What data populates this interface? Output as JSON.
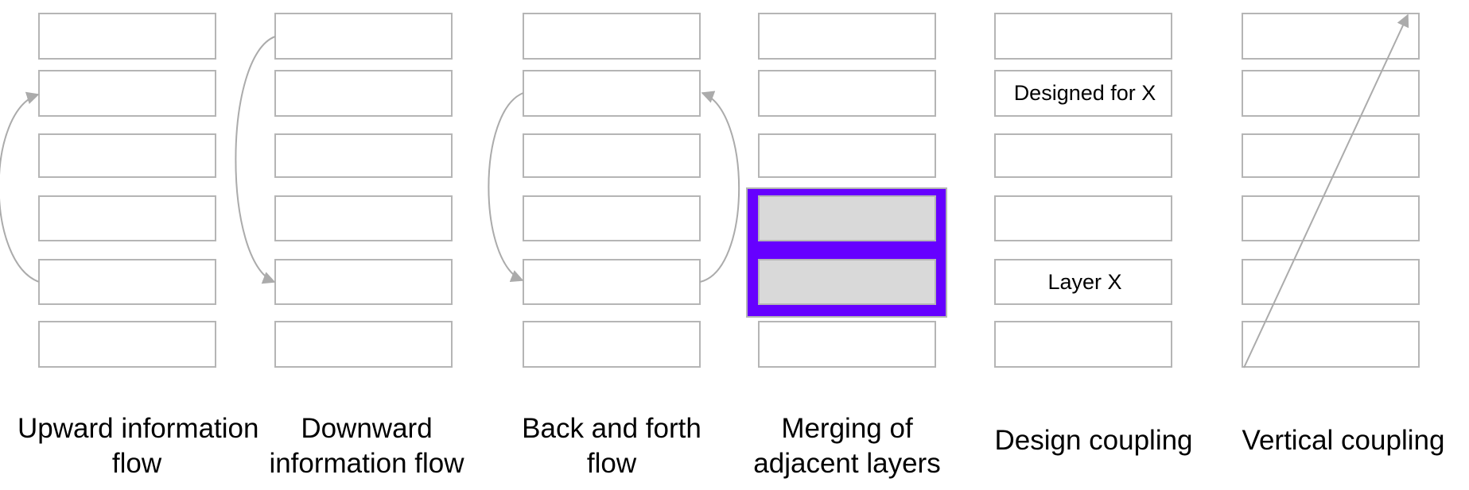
{
  "colors": {
    "box_stroke": "#b5b5b5",
    "merged_box_fill": "#d9d9d9",
    "merge_highlight": "#6600ff",
    "arrow": "#ababab"
  },
  "panels": [
    {
      "id": "upward",
      "caption_lines": [
        "Upward information",
        "flow"
      ]
    },
    {
      "id": "downward",
      "caption_lines": [
        "Downward",
        "information flow"
      ]
    },
    {
      "id": "back-forth",
      "caption_lines": [
        "Back and forth",
        "flow"
      ]
    },
    {
      "id": "merging",
      "caption_lines": [
        "Merging of",
        "adjacent layers"
      ]
    },
    {
      "id": "design-coupling",
      "caption_lines": [
        "Design coupling"
      ]
    },
    {
      "id": "vertical-coupling",
      "caption_lines": [
        "Vertical coupling"
      ]
    }
  ],
  "box_labels": {
    "designed_for_x": "Designed for X",
    "layer_x": "Layer X"
  }
}
